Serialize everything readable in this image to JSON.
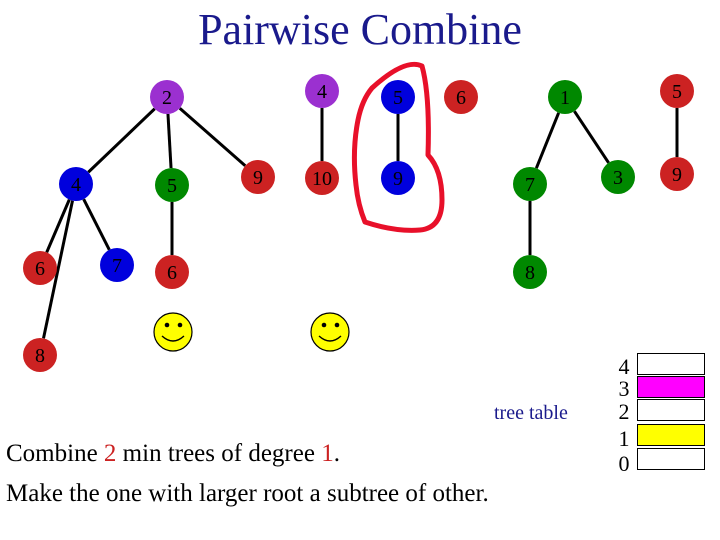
{
  "title": "Pairwise Combine",
  "colors": {
    "edge": "#000000",
    "highlight": "#e8102a",
    "node_blue": "#0000dd",
    "node_purple": "#9b30d0",
    "node_red": "#cc2222",
    "node_green": "#008800",
    "smiley": "#ffff00",
    "table_magenta": "#ff00ff",
    "table_yellow": "#ffff00"
  },
  "nodes": [
    {
      "id": "n2",
      "label": "2",
      "color": "#9b30d0"
    },
    {
      "id": "n4a",
      "label": "4",
      "color": "#0000dd"
    },
    {
      "id": "n5a",
      "label": "5",
      "color": "#008800"
    },
    {
      "id": "n9a",
      "label": "9",
      "color": "#cc2222"
    },
    {
      "id": "n6a",
      "label": "6",
      "color": "#cc2222"
    },
    {
      "id": "n7a",
      "label": "7",
      "color": "#0000dd"
    },
    {
      "id": "n6b",
      "label": "6",
      "color": "#cc2222"
    },
    {
      "id": "n8a",
      "label": "8",
      "color": "#cc2222"
    },
    {
      "id": "n4b",
      "label": "4",
      "color": "#9b30d0"
    },
    {
      "id": "n10",
      "label": "10",
      "color": "#cc2222"
    },
    {
      "id": "n5b",
      "label": "5",
      "color": "#0000dd"
    },
    {
      "id": "n9b",
      "label": "9",
      "color": "#0000dd"
    },
    {
      "id": "n6c",
      "label": "6",
      "color": "#cc2222"
    },
    {
      "id": "n1",
      "label": "1",
      "color": "#008800"
    },
    {
      "id": "n7b",
      "label": "7",
      "color": "#008800"
    },
    {
      "id": "n3",
      "label": "3",
      "color": "#008800"
    },
    {
      "id": "n8b",
      "label": "8",
      "color": "#008800"
    },
    {
      "id": "n5c",
      "label": "5",
      "color": "#cc2222"
    },
    {
      "id": "n9c",
      "label": "9",
      "color": "#cc2222"
    }
  ],
  "edges": [
    [
      "n2",
      "n4a"
    ],
    [
      "n2",
      "n5a"
    ],
    [
      "n2",
      "n9a"
    ],
    [
      "n4a",
      "n6a"
    ],
    [
      "n4a",
      "n7a"
    ],
    [
      "n4a",
      "n8a"
    ],
    [
      "n5a",
      "n6b"
    ],
    [
      "n4b",
      "n10"
    ],
    [
      "n5b",
      "n9b"
    ],
    [
      "n1",
      "n7b"
    ],
    [
      "n1",
      "n3"
    ],
    [
      "n7b",
      "n8b"
    ],
    [
      "n5c",
      "n9c"
    ]
  ],
  "text": {
    "line1_prefix": "Combine ",
    "line1_num1": "2",
    "line1_mid": " min trees of degree ",
    "line1_num2": "1",
    "line1_suffix": ".",
    "line2": "Make the one with larger root a subtree of other."
  },
  "tree_table": {
    "label": "tree table",
    "rows": [
      {
        "degree": "4",
        "fill": "#ffffff"
      },
      {
        "degree": "3",
        "fill": "#ff00ff"
      },
      {
        "degree": "2",
        "fill": "#ffffff"
      },
      {
        "degree": "1",
        "fill": "#ffff00"
      },
      {
        "degree": "0",
        "fill": "#ffffff"
      }
    ]
  }
}
